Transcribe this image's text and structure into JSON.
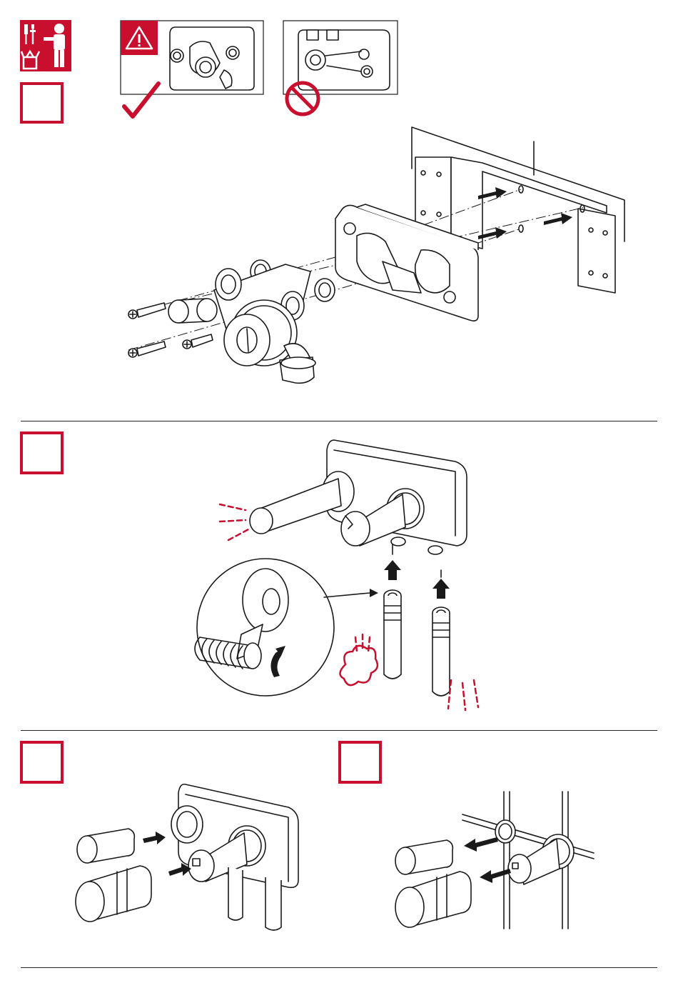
{
  "document": {
    "sections": [
      {
        "id": "section-1",
        "step_marker": "",
        "icons": [
          "tools-icon",
          "installer-icon",
          "box-icon"
        ]
      },
      {
        "id": "section-2",
        "step_marker": ""
      },
      {
        "id": "section-3",
        "step_marker": ""
      },
      {
        "id": "section-4",
        "step_marker": ""
      }
    ],
    "callouts": {
      "correct": {
        "icon": "warning-triangle-icon",
        "mark": "checkmark-icon"
      },
      "incorrect": {
        "icon": "prohibited-icon"
      }
    },
    "colors": {
      "accent": "#c8102e",
      "line": "#1a1a1a",
      "background": "#ffffff"
    }
  }
}
